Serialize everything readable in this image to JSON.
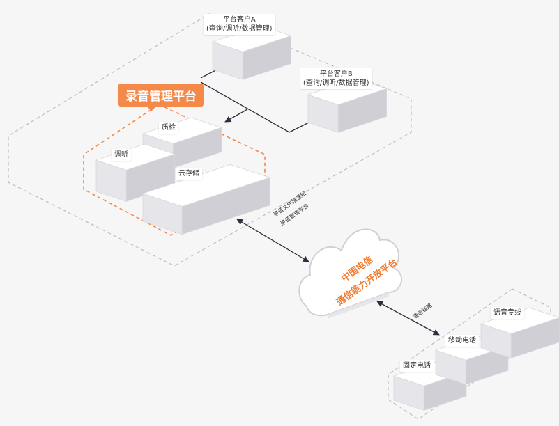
{
  "platform": {
    "title": "录音管理平台"
  },
  "nodes": {
    "client_a": {
      "name": "平台客户A",
      "sub": "(查询/调听/数据管理)"
    },
    "client_b": {
      "name": "平台客户B",
      "sub": "(查询/调听/数据管理)"
    },
    "quality": "质检",
    "listen": "调听",
    "cloud_storage": "云存储",
    "fixed_phone": "固定电话",
    "mobile_phone": "移动电话",
    "voice_line": "语音专线"
  },
  "cloud": {
    "line1": "中国电信",
    "line2": "通信能力开放平台"
  },
  "links": {
    "push_line1": "录音文件推送给",
    "push_line2": "录音管理平台",
    "comm_link": "通信链路"
  },
  "colors": {
    "accent": "#f5894a",
    "cloud_text": "#f07d32",
    "box_top": "#ffffff",
    "box_left": "#e6e6ea",
    "box_right": "#cfcfd5",
    "arrow": "#2e2e3e"
  }
}
